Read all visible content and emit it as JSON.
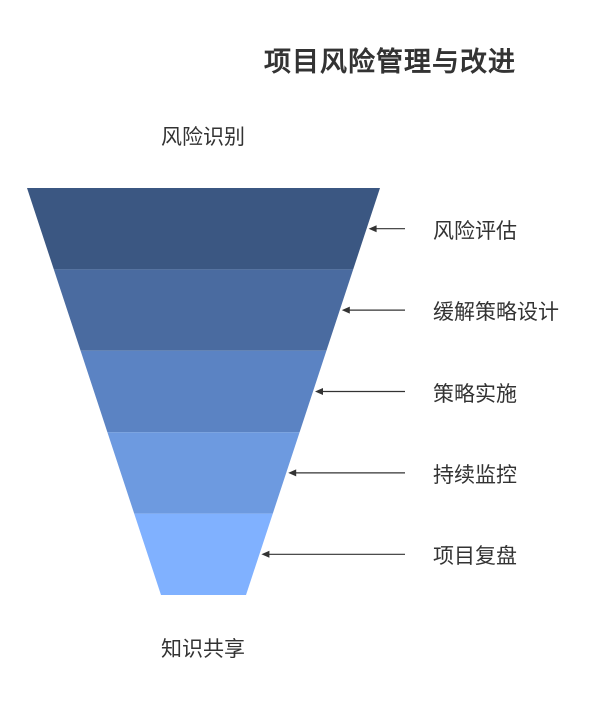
{
  "title": "项目风险管理与改进",
  "top_label": "风险识别",
  "bottom_label": "知识共享",
  "stages": [
    {
      "label": "风险评估",
      "color": "#3B5782"
    },
    {
      "label": "缓解策略设计",
      "color": "#4A6BA0"
    },
    {
      "label": "策略实施",
      "color": "#5B83C3"
    },
    {
      "label": "持续监控",
      "color": "#6D9AE0"
    },
    {
      "label": "项目复盘",
      "color": "#80B1FF"
    }
  ]
}
